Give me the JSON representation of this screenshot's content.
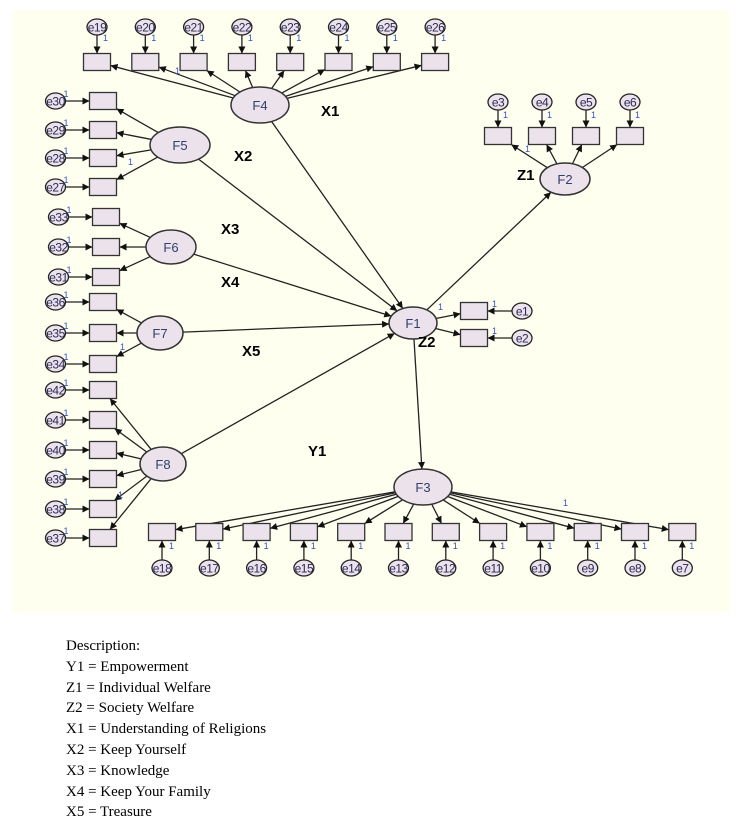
{
  "colors": {
    "canvas": "#fffff0",
    "node_fill": "#ece2ec",
    "node_stroke": "#333333",
    "path": "#222222",
    "fixed_param": "#3050c0",
    "latent_text": "#30406a"
  },
  "latents": [
    {
      "id": "F1",
      "label": "F1"
    },
    {
      "id": "F2",
      "label": "F2"
    },
    {
      "id": "F3",
      "label": "F3"
    },
    {
      "id": "F4",
      "label": "F4"
    },
    {
      "id": "F5",
      "label": "F5"
    },
    {
      "id": "F6",
      "label": "F6"
    },
    {
      "id": "F7",
      "label": "F7"
    },
    {
      "id": "F8",
      "label": "F8"
    }
  ],
  "indicators": {
    "F4": [
      "e19",
      "e20",
      "e21",
      "e22",
      "e23",
      "e24",
      "e25",
      "e26"
    ],
    "F5": [
      "e30",
      "e29",
      "e28",
      "e27"
    ],
    "F6": [
      "e33",
      "e32",
      "e31"
    ],
    "F7": [
      "e36",
      "e35",
      "e34"
    ],
    "F8": [
      "e42",
      "e41",
      "e40",
      "e39",
      "e38",
      "e37"
    ],
    "F2": [
      "e3",
      "e4",
      "e5",
      "e6"
    ],
    "F1": [
      "e1",
      "e2"
    ],
    "F3": [
      "e18",
      "e17",
      "e16",
      "e15",
      "e14",
      "e13",
      "e12",
      "e11",
      "e10",
      "e9",
      "e8",
      "e7"
    ]
  },
  "fixed_param_label": "1",
  "structural_paths": [
    {
      "from": "F4",
      "to": "F1"
    },
    {
      "from": "F5",
      "to": "F1"
    },
    {
      "from": "F6",
      "to": "F1"
    },
    {
      "from": "F7",
      "to": "F1"
    },
    {
      "from": "F8",
      "to": "F1"
    },
    {
      "from": "F1",
      "to": "F2"
    },
    {
      "from": "F1",
      "to": "F3"
    }
  ],
  "path_labels": {
    "X1": "X1",
    "X2": "X2",
    "X3": "X3",
    "X4": "X4",
    "X5": "X5",
    "Y1": "Y1",
    "Z1": "Z1",
    "Z2": "Z2"
  },
  "legend": {
    "title": "Description:",
    "items": [
      "Y1 = Empowerment",
      "Z1 = Individual Welfare",
      "Z2 = Society Welfare",
      "X1 = Understanding of Religions",
      "X2 = Keep Yourself",
      "X3 = Knowledge",
      "X4 = Keep Your Family",
      "X5 = Treasure"
    ]
  }
}
